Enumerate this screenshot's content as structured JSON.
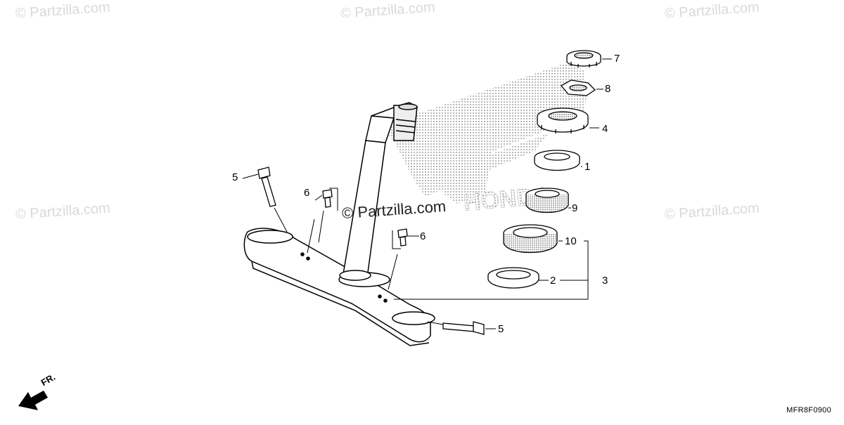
{
  "watermark": {
    "text": "© Partzilla.com",
    "brand_text": "Partzilla.com"
  },
  "diagram": {
    "direction_label": "FR.",
    "reference_code": "MFR8F0900",
    "callouts": {
      "c1": "1",
      "c2": "2",
      "c3": "3",
      "c4": "4",
      "c5a": "5",
      "c5b": "5",
      "c6a": "6",
      "c6b": "6",
      "c7": "7",
      "c8": "8",
      "c9": "9",
      "c10": "10"
    }
  }
}
